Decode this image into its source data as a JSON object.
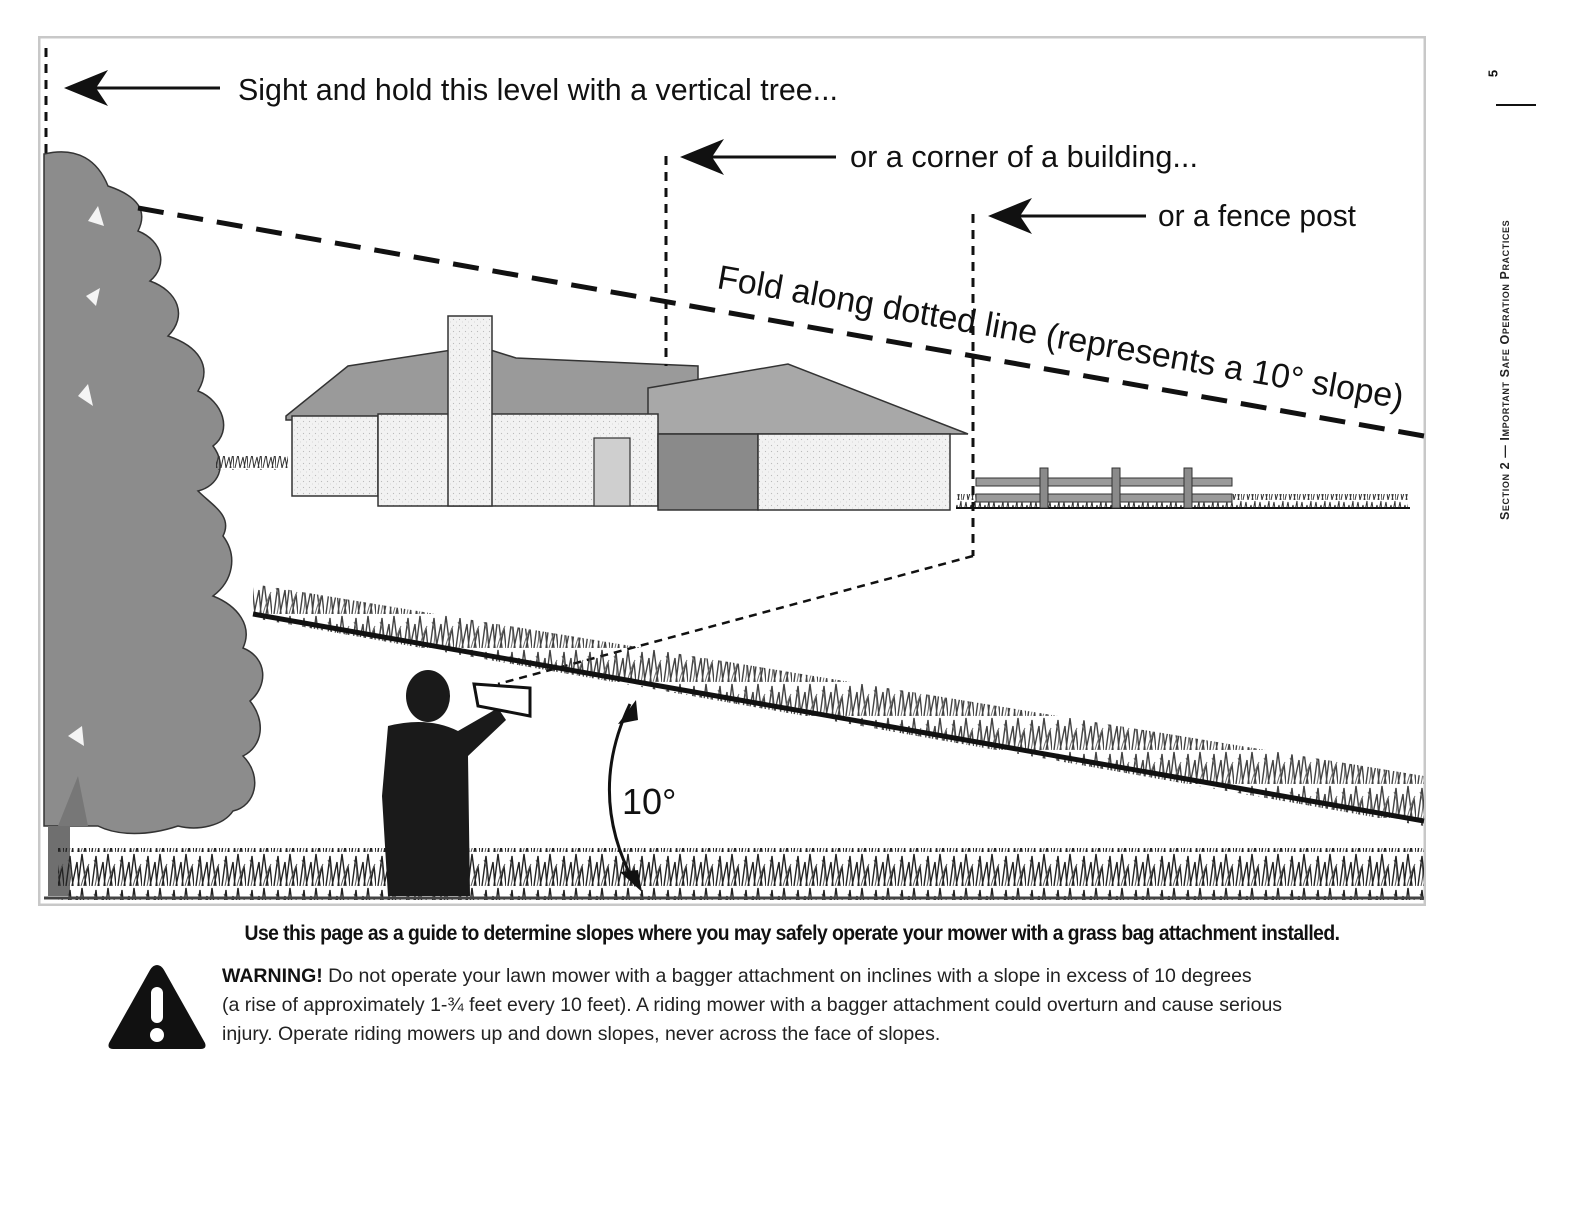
{
  "illustration": {
    "callout_tree": "Sight and hold this level with a vertical tree...",
    "callout_building": "or a corner of a building...",
    "callout_fence": "or a fence post",
    "fold_line": "Fold along dotted line (represents a 10° slope)",
    "angle_label": "10°"
  },
  "caption": "Use this page as a guide to determine slopes where you may safely operate your mower with a grass bag attachment installed.",
  "warning": {
    "label": "WARNING!",
    "line1": " Do not operate your lawn mower with a bagger attachment on inclines with a slope in excess of 10 degrees",
    "line2": "(a rise of approximately 1-¾ feet every 10 feet).  A riding mower with a bagger attachment could overturn and cause serious",
    "line3": "injury. Operate riding mowers up and down slopes, never across the face of slopes.",
    "icon": "warning-triangle-icon"
  },
  "sidebar": {
    "section_label": "Section 2 — Important Safe Operation Practices",
    "page_number": "5"
  },
  "colors": {
    "frame_gray": "#c8c8c8",
    "tree_gray": "#8c8c8c",
    "roof_gray": "#9a9a9a",
    "silhouette": "#1a1a1a"
  }
}
